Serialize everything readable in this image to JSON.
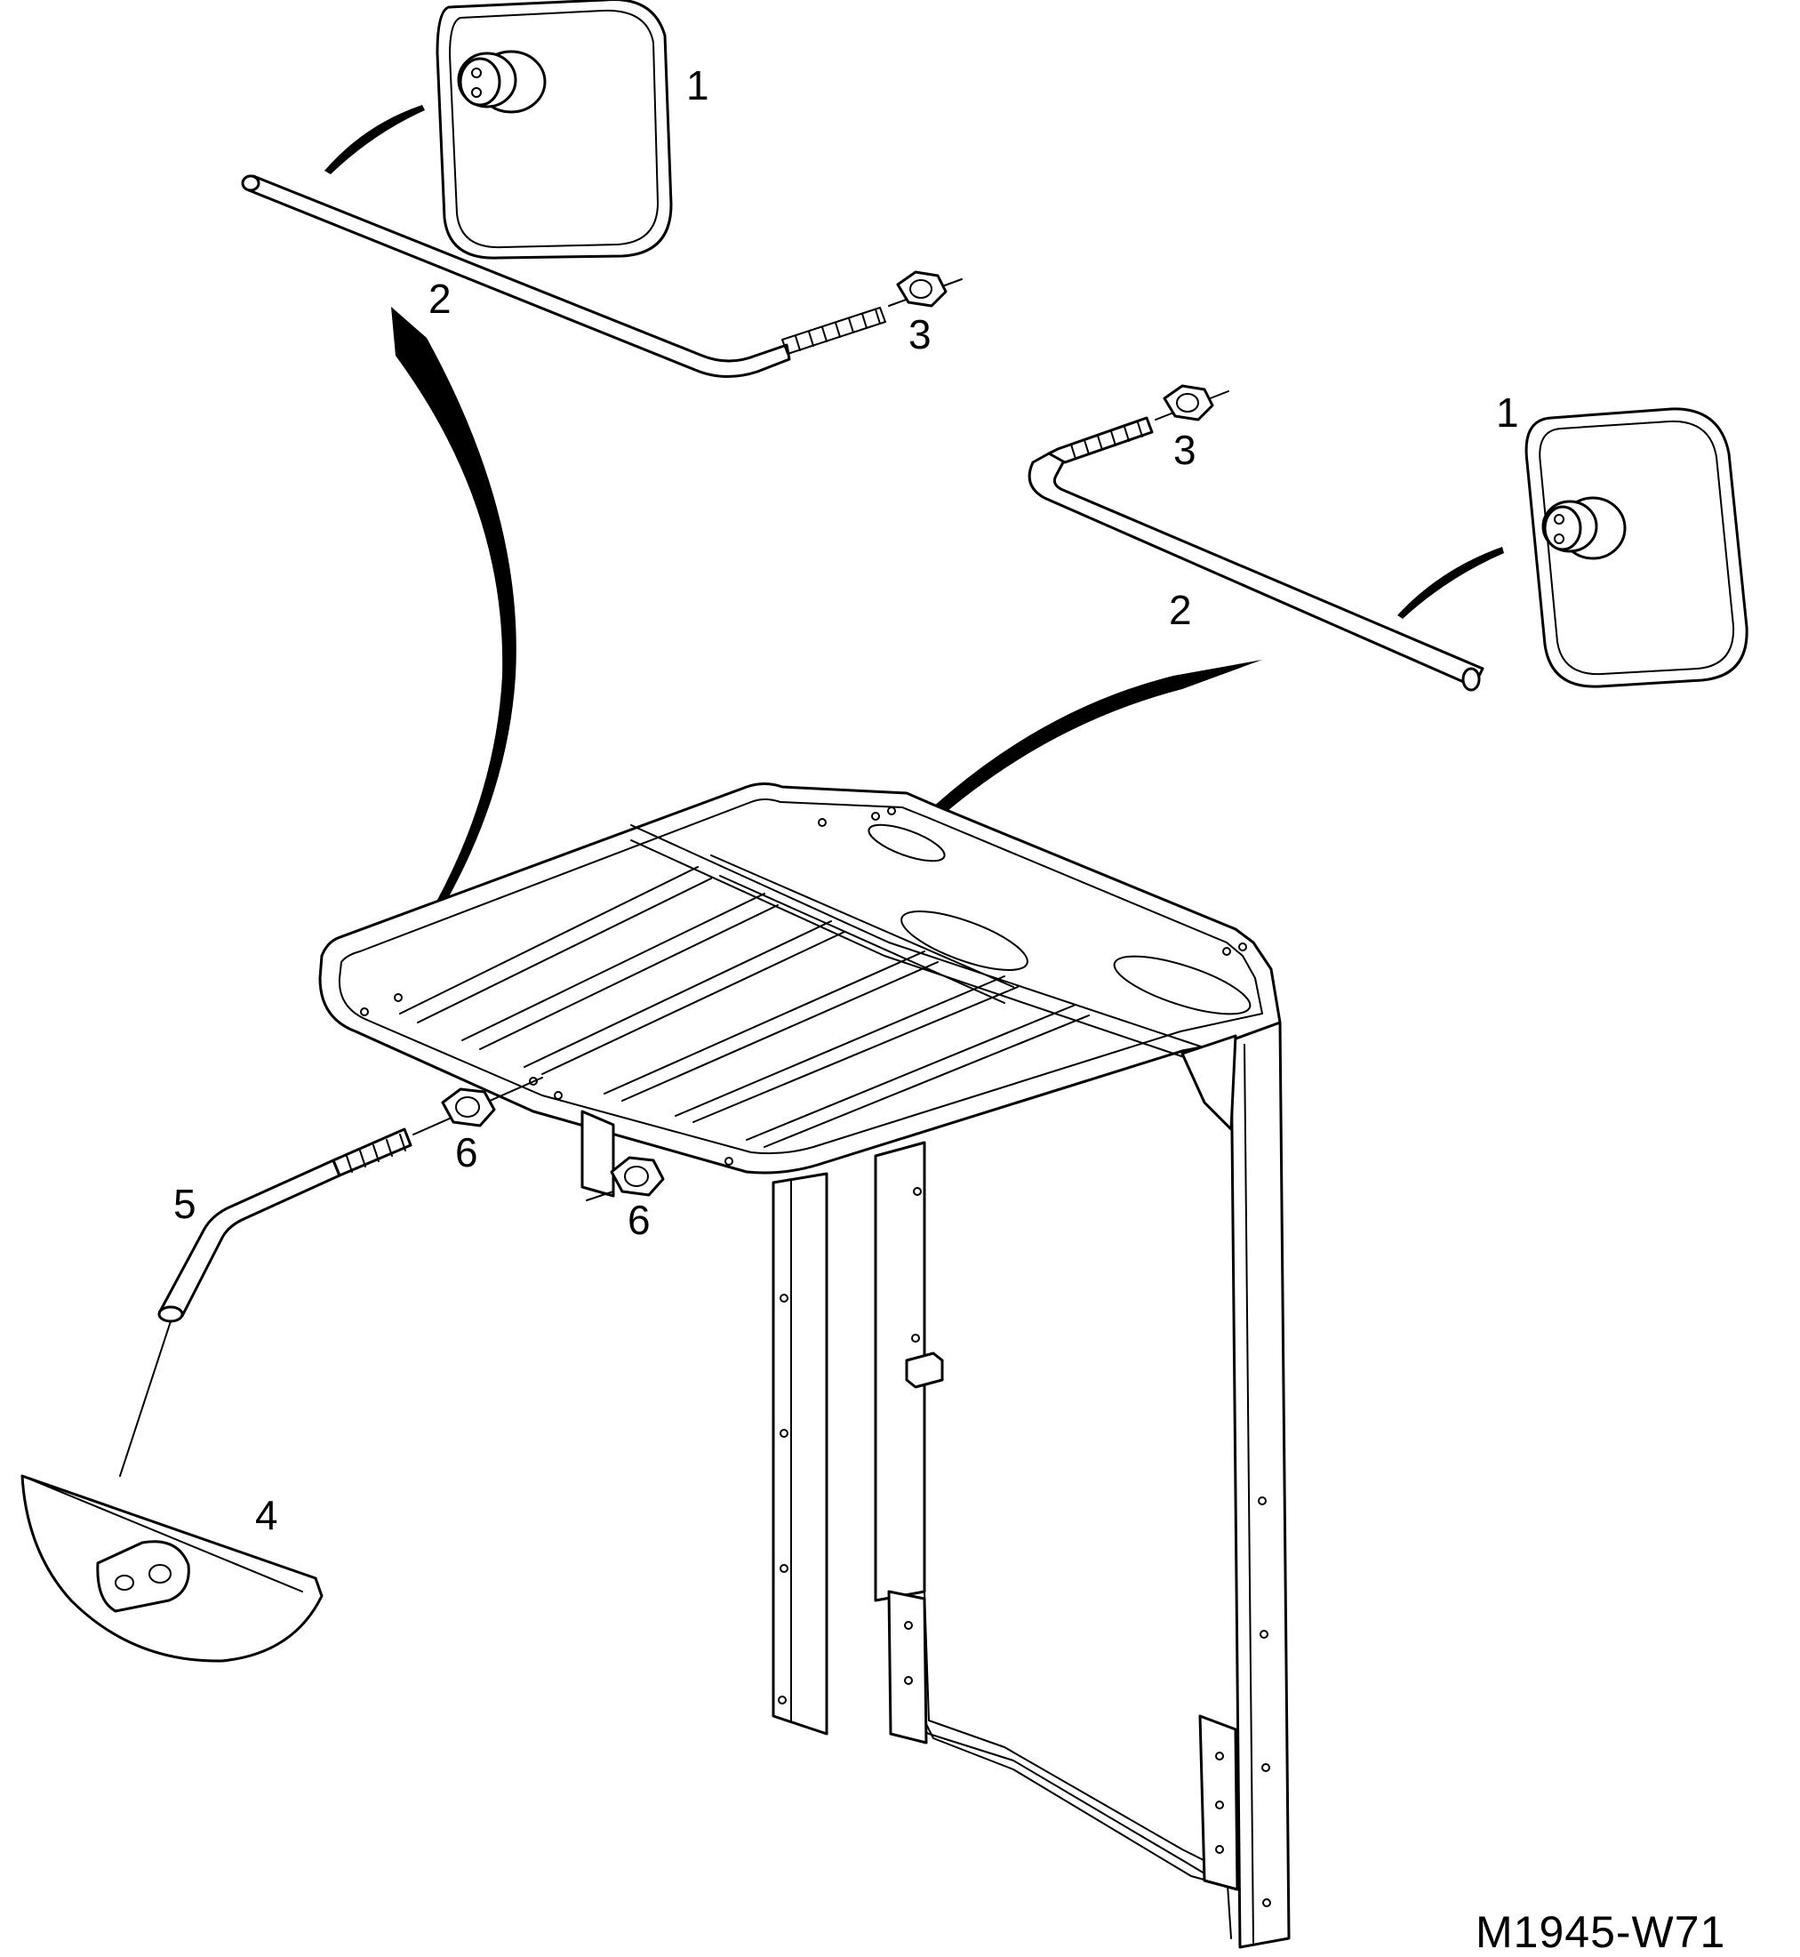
{
  "figure_code": "M1945-W71",
  "callouts": {
    "mirror_left": "1",
    "mirror_right": "1",
    "rod_left": "2",
    "rod_right": "2",
    "nut_left": "3",
    "nut_right": "3",
    "mirror_round": "4",
    "rod_lower": "5",
    "nut_lower_a": "6",
    "nut_lower_b": "6"
  }
}
